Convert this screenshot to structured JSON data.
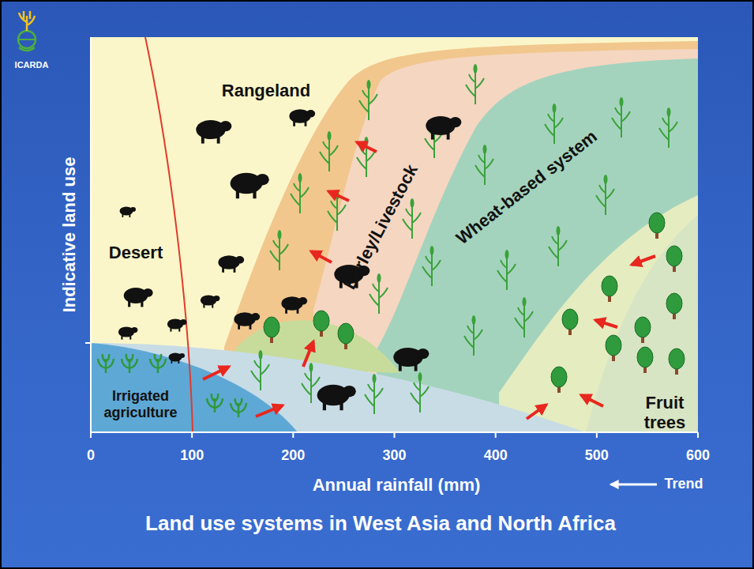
{
  "diagram": {
    "title": "Land use systems in West Asia and North Africa",
    "nodes": [
      {
        "text": [
          "Rangeland"
        ]
      },
      {
        "text": [
          "Desert"
        ]
      },
      {
        "text": [
          "Barley/Livestock"
        ]
      },
      {
        "text": [
          "Wheat-based system"
        ]
      },
      {
        "text": [
          "Irrigated agriculture"
        ]
      },
      {
        "text": [
          "Fruit trees"
        ]
      }
    ],
    "labels": [
      "ICARDA",
      "Indicative land use",
      "0",
      "100",
      "200",
      "300",
      "400",
      "500",
      "600",
      "Annual rainfall (mm)",
      "Trend"
    ]
  }
}
